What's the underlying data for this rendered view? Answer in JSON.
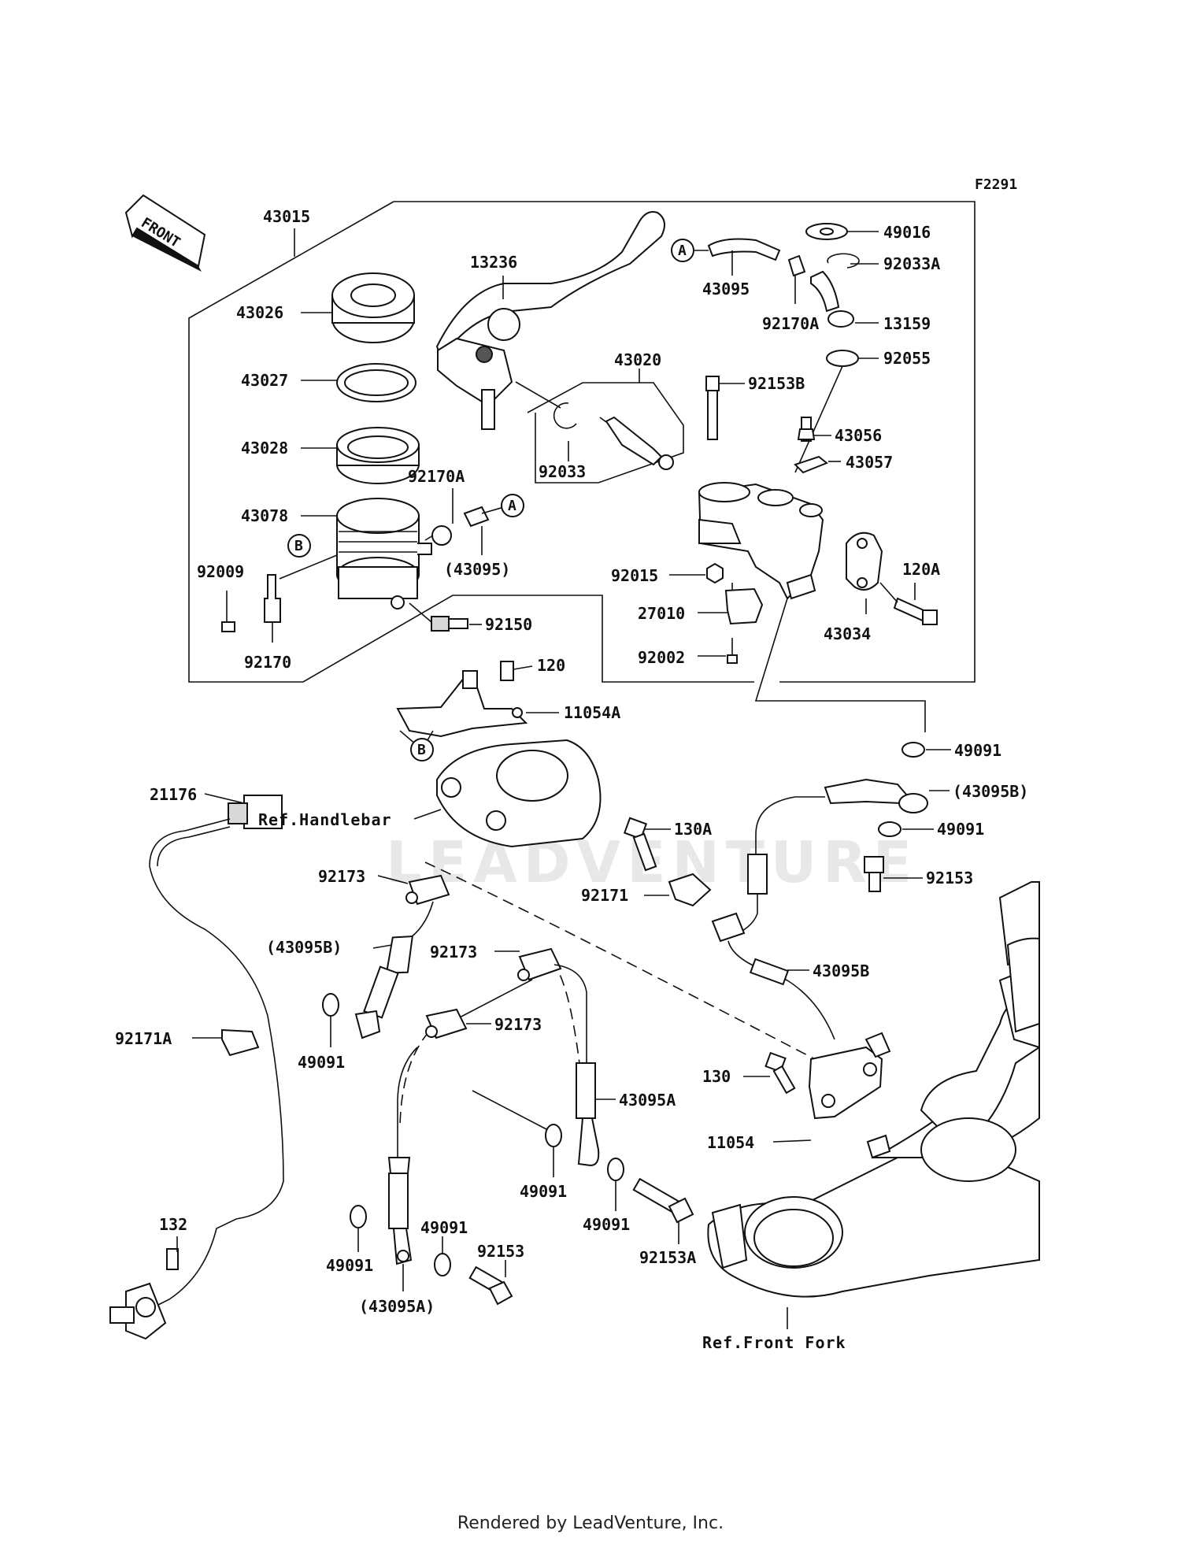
{
  "figure_code": "F2291",
  "front_arrow_label": "FRONT",
  "footer": "Rendered by LeadVenture, Inc.",
  "watermark": "LEADVENTURE",
  "callouts": [
    "A",
    "A",
    "B",
    "B"
  ],
  "refs": {
    "handlebar": "Ref.Handlebar",
    "front_fork": "Ref.Front Fork"
  },
  "parts": {
    "p43015": "43015",
    "p43026": "43026",
    "p43027": "43027",
    "p43028": "43028",
    "p43078": "43078",
    "p92009": "92009",
    "p92170": "92170",
    "p92150": "92150",
    "p92170A_left": "92170A",
    "p43095_paren": "(43095)",
    "p13236": "13236",
    "p43020": "43020",
    "p92033": "92033",
    "p43095": "43095",
    "p92170A_right": "92170A",
    "p49016": "49016",
    "p92033A": "92033A",
    "p13159": "13159",
    "p92055": "92055",
    "p92153B": "92153B",
    "p43056": "43056",
    "p43057": "43057",
    "p92015": "92015",
    "p27010": "27010",
    "p92002": "92002",
    "p120A": "120A",
    "p43034": "43034",
    "p120": "120",
    "p11054A": "11054A",
    "p49091_top": "49091",
    "p43095B_paren_right": "(43095B)",
    "p49091_right": "49091",
    "p92153_right": "92153",
    "p21176": "21176",
    "p130A": "130A",
    "p92171": "92171",
    "p92173_a": "92173",
    "p43095B_paren_left": "(43095B)",
    "p92173_b": "92173",
    "p43095B": "43095B",
    "p92173_c": "92173",
    "p92171A": "92171A",
    "p49091_left": "49091",
    "p130": "130",
    "p43095A": "43095A",
    "p11054": "11054",
    "p49091_mid": "49091",
    "p49091_c": "49091",
    "p132": "132",
    "p49091_d": "49091",
    "p92153_bottom": "92153",
    "p92153A": "92153A",
    "p49091_e": "49091",
    "p43095A_paren": "(43095A)"
  }
}
